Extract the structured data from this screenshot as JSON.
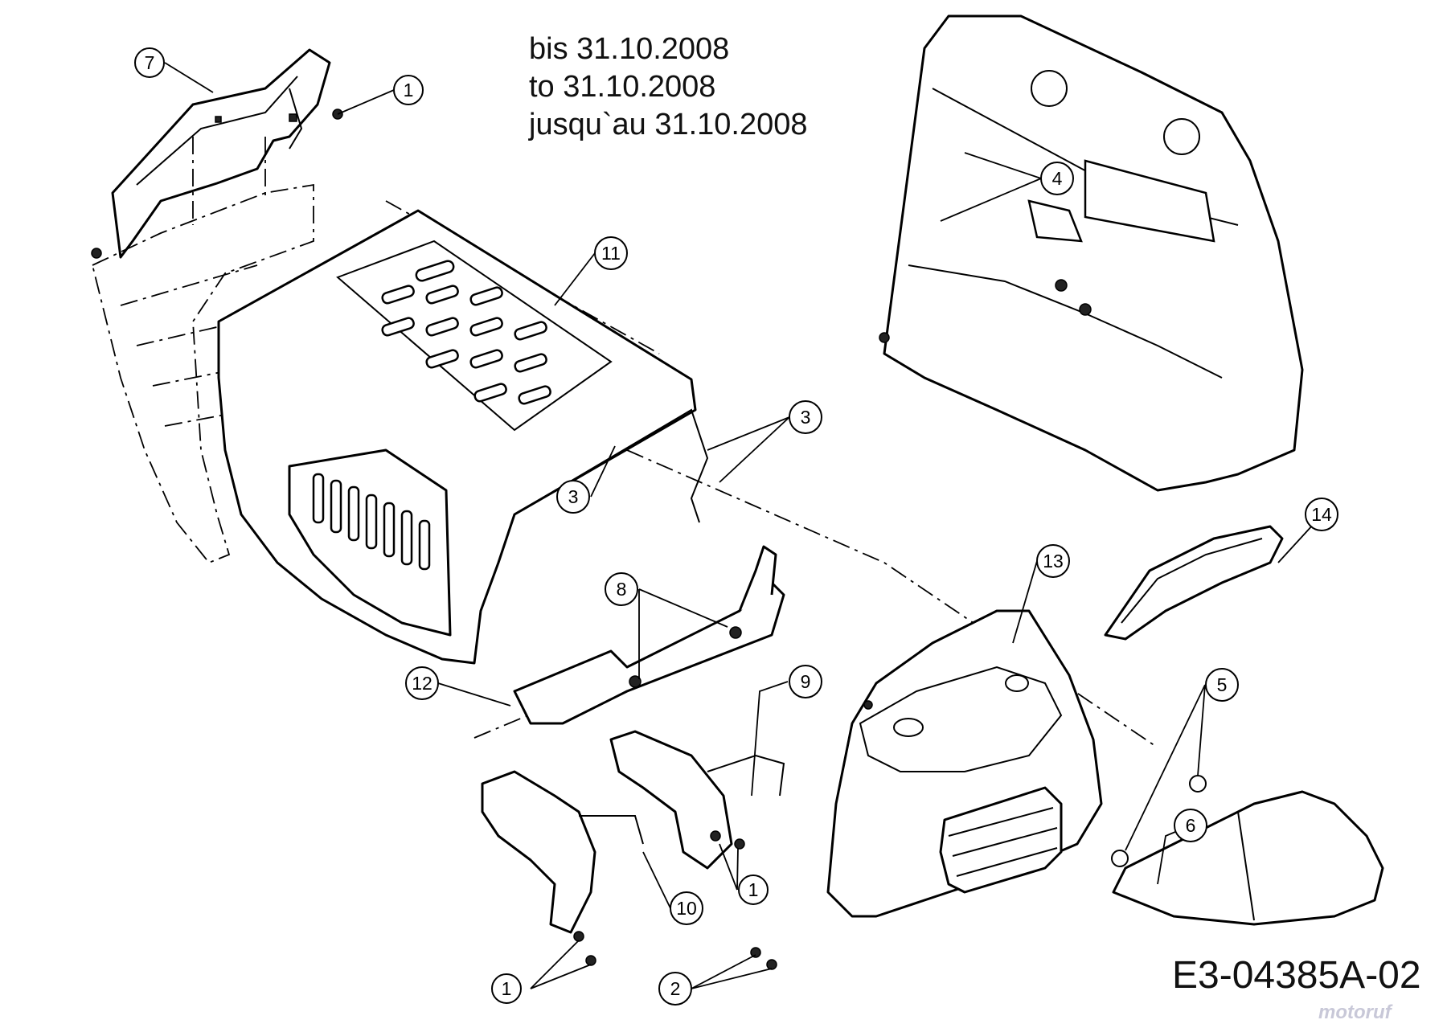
{
  "validity_note": {
    "line_de": "bis 31.10.2008",
    "line_en": "to 31.10.2008",
    "line_fr": "jusqu`au 31.10.2008"
  },
  "drawing_number": "E3-04385A-02",
  "watermark": "motoruf",
  "callouts": {
    "c7": "7",
    "c1_top": "1",
    "c11": "11",
    "c4": "4",
    "c3_right": "3",
    "c3_left": "3",
    "c14": "14",
    "c13": "13",
    "c8": "8",
    "c12": "12",
    "c9": "9",
    "c5": "5",
    "c6": "6",
    "c1_mid": "1",
    "c10": "10",
    "c1_bottom": "1",
    "c2": "2"
  }
}
